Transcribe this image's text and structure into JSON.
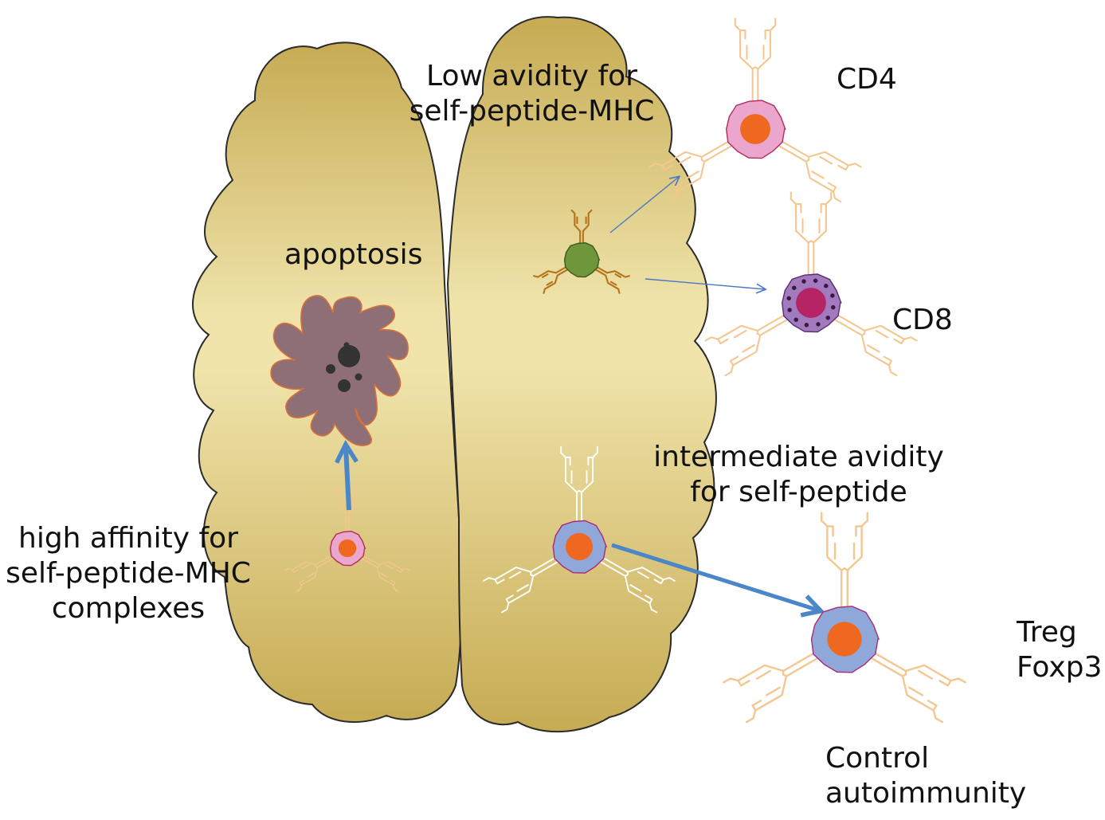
{
  "labels": {
    "low_avidity_line1": "Low avidity for",
    "low_avidity_line2": "self-peptide-MHC",
    "cd4": "CD4",
    "cd8": "CD8",
    "apoptosis": "apoptosis",
    "intermediate_line1": "intermediate avidity",
    "intermediate_line2": "for self-peptide",
    "high_affinity_line1": "high affinity for",
    "high_affinity_line2": "self-peptide-MHC",
    "high_affinity_line3": "complexes",
    "treg_line1": "Treg",
    "treg_line2": "Foxp3",
    "control_line1": "Control",
    "control_line2": "autoimmunity"
  },
  "colors": {
    "thymus_dark": "#c7ad55",
    "thymus_light": "#efe2a8",
    "thymus_outline": "#2a2a2a",
    "cd4_cell": "#eba6cd",
    "nucleus_orange": "#ee6820",
    "cd8_cell": "#a27bbf",
    "cd8_nucleus": "#b52566",
    "thymocyte_green": "#6f963a",
    "treg_cell": "#8fa8d9",
    "apoptotic_body": "#8f6f75",
    "receptor_light": "#f4c690",
    "receptor_dark": "#b5731d",
    "arrow_blue": "#4c86c7"
  }
}
